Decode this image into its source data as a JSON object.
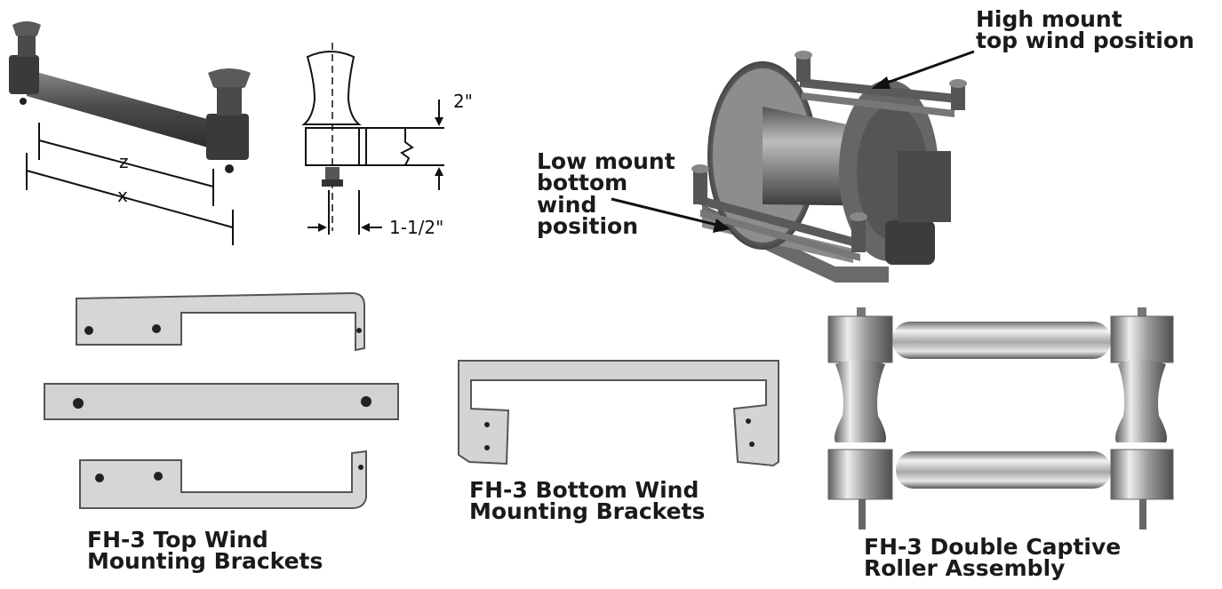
{
  "roller_guide": {
    "dims": {
      "z": "z",
      "x": "x"
    }
  },
  "roller_detail": {
    "dims": {
      "height": "2\"",
      "width": "1-1/2\""
    }
  },
  "reel": {
    "high_mount_label": [
      "High mount",
      "top wind position"
    ],
    "low_mount_label": [
      "Low mount",
      "bottom",
      "wind",
      "position"
    ]
  },
  "captions": {
    "top_wind": [
      "FH-3 Top Wind",
      "Mounting Brackets"
    ],
    "bottom_wind": [
      "FH-3 Bottom Wind",
      "Mounting Brackets"
    ],
    "double_captive": [
      "FH-3 Double Captive",
      "Roller Assembly"
    ]
  },
  "colors": {
    "metal_dark": "#3a3a3a",
    "metal_mid": "#6e6e6e",
    "bracket_fill": "#d9d9d9",
    "chrome": "#c9c9c9",
    "text": "#1a1a1a"
  }
}
